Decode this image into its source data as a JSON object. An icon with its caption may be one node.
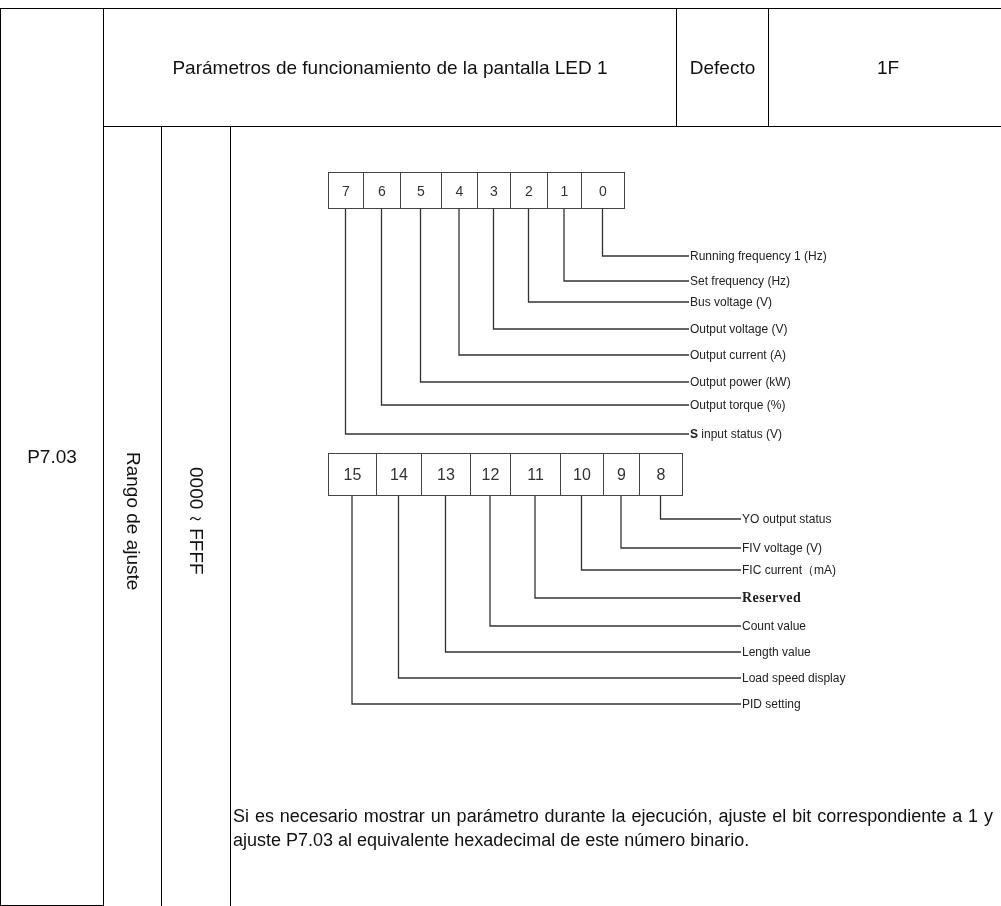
{
  "diagram": {
    "nodes": [
      {
        "text": [
          "7"
        ]
      },
      {
        "text": [
          "6"
        ]
      },
      {
        "text": [
          "5"
        ]
      },
      {
        "text": [
          "4"
        ]
      },
      {
        "text": [
          "3"
        ]
      },
      {
        "text": [
          "2"
        ]
      },
      {
        "text": [
          "1"
        ]
      },
      {
        "text": [
          "0"
        ]
      },
      {
        "text": [
          "Running frequency 1 (Hz)"
        ]
      },
      {
        "text": [
          "Set frequency (Hz)"
        ]
      },
      {
        "text": [
          "Bus voltage (V)"
        ]
      },
      {
        "text": [
          "Output voltage (V)"
        ]
      },
      {
        "text": [
          "Output current (A)"
        ]
      },
      {
        "text": [
          "Output power (kW)"
        ]
      },
      {
        "text": [
          "Output torque (%)"
        ]
      },
      {
        "text": [
          "**S** input status (V)"
        ]
      },
      {
        "text": [
          "15"
        ]
      },
      {
        "text": [
          "14"
        ]
      },
      {
        "text": [
          "13"
        ]
      },
      {
        "text": [
          "12"
        ]
      },
      {
        "text": [
          "11"
        ]
      },
      {
        "text": [
          "10"
        ]
      },
      {
        "text": [
          "9"
        ]
      },
      {
        "text": [
          "8"
        ]
      },
      {
        "text": [
          "YO output status"
        ]
      },
      {
        "text": [
          "FIV voltage (V)"
        ]
      },
      {
        "text": [
          "FIC current（mA)"
        ]
      },
      {
        "text": [
          "Reserved"
        ]
      },
      {
        "text": [
          "Count value"
        ]
      },
      {
        "text": [
          "Length value"
        ]
      },
      {
        "text": [
          "Load speed display"
        ]
      },
      {
        "text": [
          "PID setting"
        ]
      }
    ],
    "edges": [
      {
        "from": 8,
        "to": 7,
        "arrow": "none"
      },
      {
        "from": 9,
        "to": 6,
        "arrow": "none"
      },
      {
        "from": 10,
        "to": 5,
        "arrow": "none"
      },
      {
        "from": 11,
        "to": 4,
        "arrow": "none"
      },
      {
        "from": 12,
        "to": 3,
        "arrow": "none"
      },
      {
        "from": 13,
        "to": 2,
        "arrow": "none"
      },
      {
        "from": 14,
        "to": 1,
        "arrow": "none"
      },
      {
        "from": 15,
        "to": 0,
        "arrow": "none"
      },
      {
        "from": 24,
        "to": 23,
        "arrow": "none"
      },
      {
        "from": 25,
        "to": 22,
        "arrow": "none"
      },
      {
        "from": 26,
        "to": 21,
        "arrow": "none"
      },
      {
        "from": 27,
        "to": 20,
        "arrow": "none"
      },
      {
        "from": 28,
        "to": 19,
        "arrow": "none"
      },
      {
        "from": 29,
        "to": 18,
        "arrow": "none"
      },
      {
        "from": 30,
        "to": 17,
        "arrow": "none"
      },
      {
        "from": 31,
        "to": 16,
        "arrow": "none"
      }
    ],
    "labels": [
      "P7.03",
      "Parámetros de funcionamiento de la pantalla LED 1",
      "Defecto",
      "1F",
      "Rango de ajuste",
      "0000～FFFF",
      "Si es necesario mostrar un parámetro durante la ejecución, ajuste el bit correspondiente a 1 y ajuste P7.03 al equivalente hexadecimal de este número binario."
    ]
  }
}
